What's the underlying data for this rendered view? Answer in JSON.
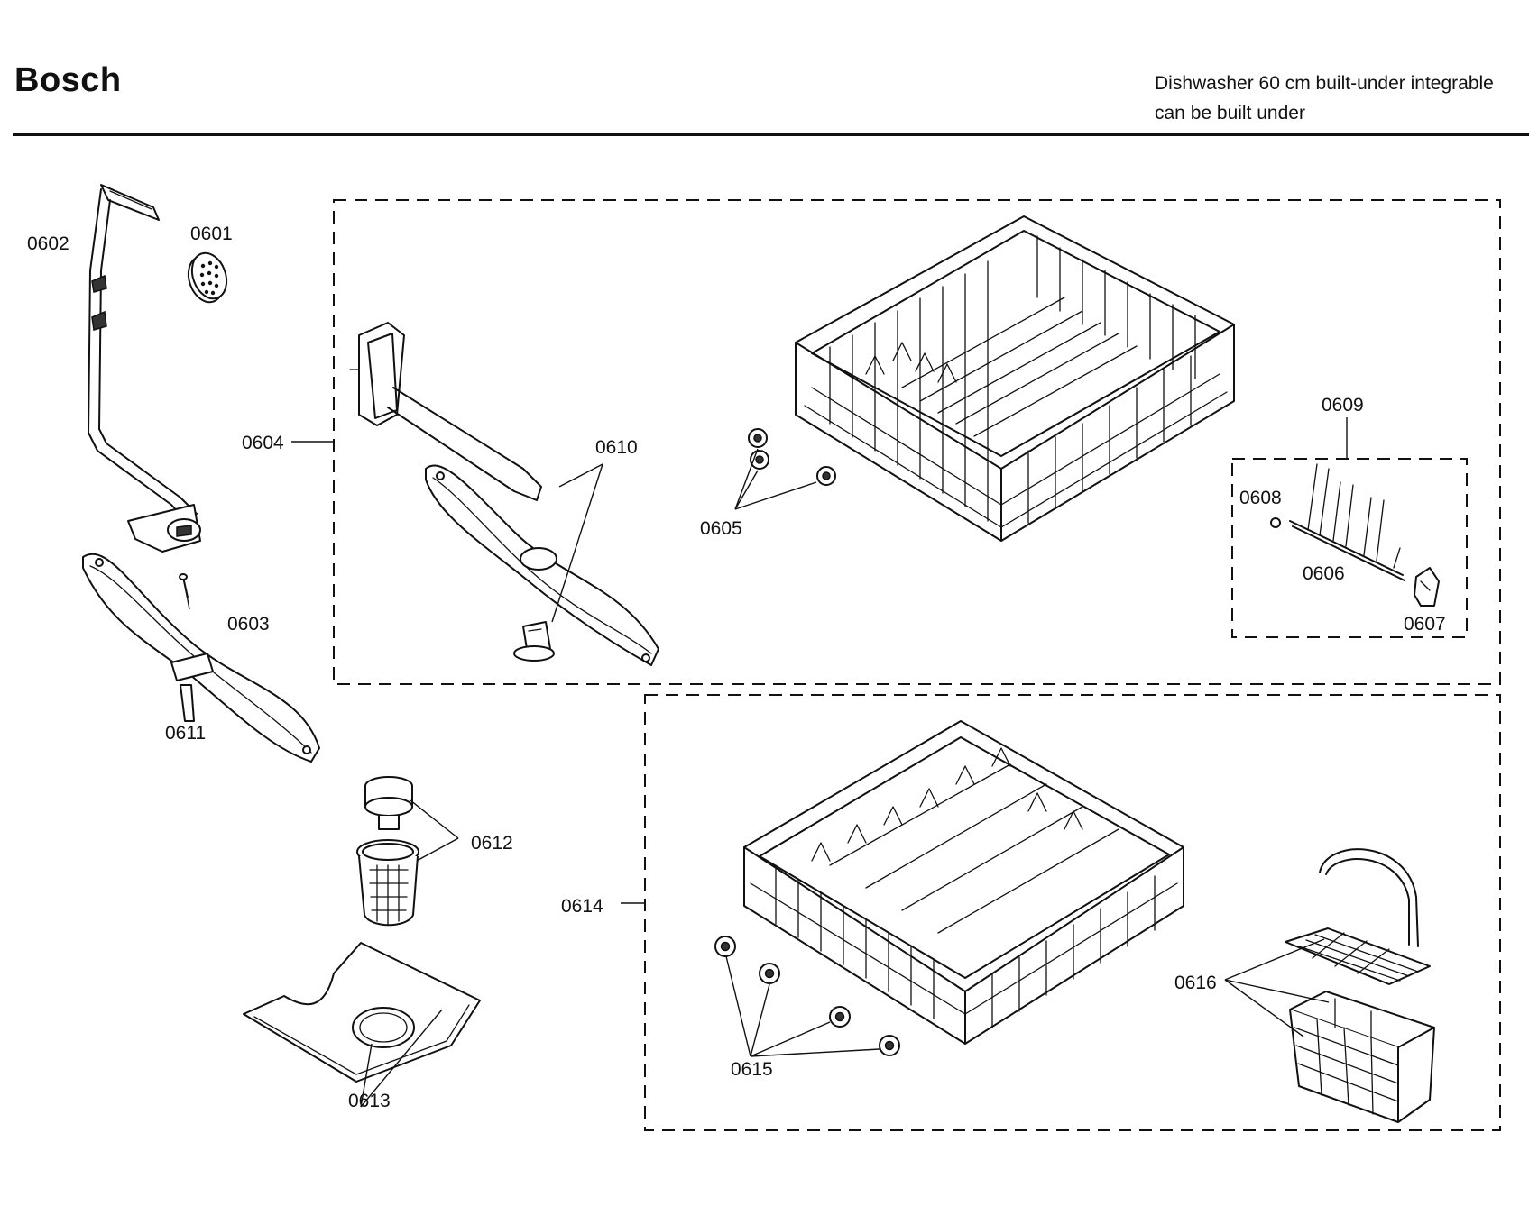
{
  "header": {
    "brand": "Bosch",
    "subtitle_line1": "Dishwasher 60 cm built-under integrable",
    "subtitle_line2": "can be built under"
  },
  "labels": {
    "p0601": "0601",
    "p0602": "0602",
    "p0603": "0603",
    "p0604": "0604",
    "p0605": "0605",
    "p0606": "0606",
    "p0607": "0607",
    "p0608": "0608",
    "p0609": "0609",
    "p0610": "0610",
    "p0611": "0611",
    "p0612": "0612",
    "p0613": "0613",
    "p0614": "0614",
    "p0615": "0615",
    "p0616": "0616"
  }
}
